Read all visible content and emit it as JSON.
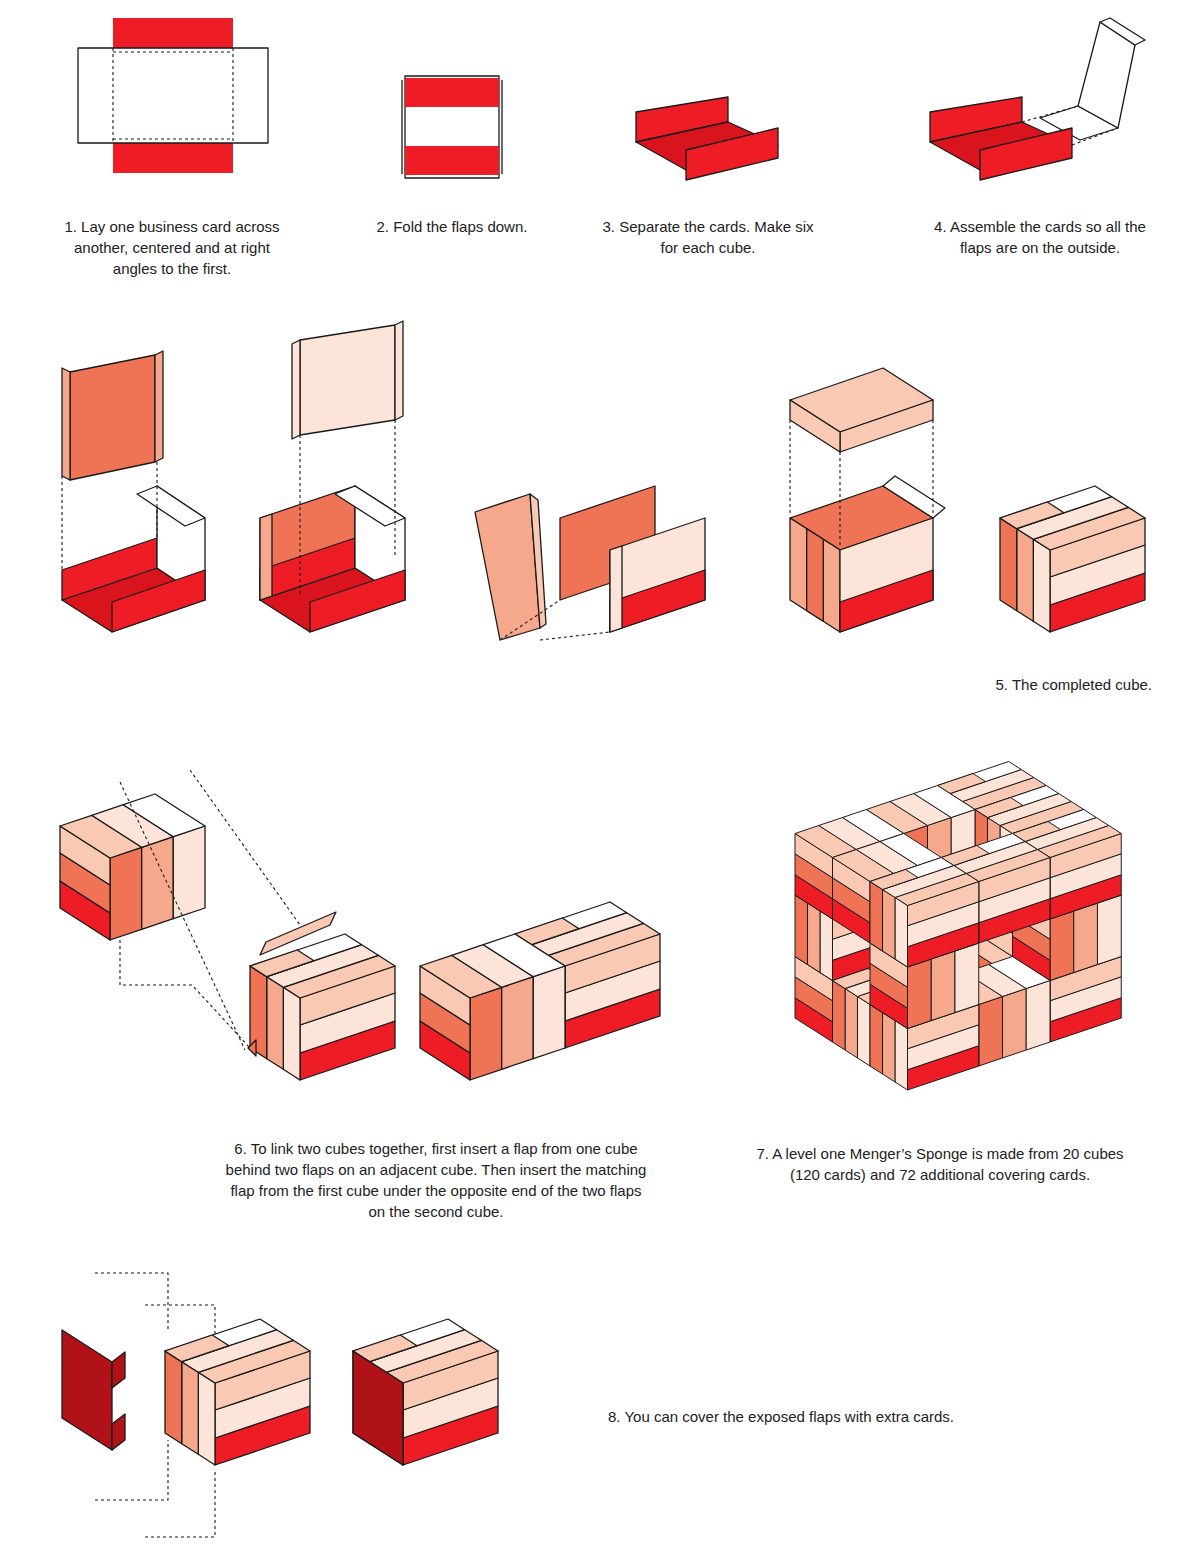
{
  "diagram": {
    "labels": [
      "1. Lay one business card across another, centered and at right angles to the first.",
      "2. Fold the flaps down.",
      "3. Separate the cards. Make six for each cube.",
      "4. Assemble the cards so all the flaps are on the outside.",
      "5. The completed cube.",
      "6. To link two cubes together, first insert a flap from one cube behind two flaps on an adjacent cube. Then insert the matching flap from the first cube under the opposite end of the two flaps on the second cube.",
      "7. A level one Menger’s Sponge is made from 20 cubes (120 cards) and 72 additional covering cards.",
      "8. You can cover the exposed flaps with extra cards."
    ]
  }
}
